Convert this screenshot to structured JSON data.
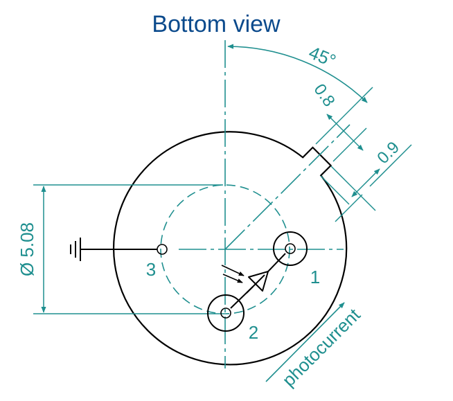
{
  "title": "Bottom view",
  "dimensions": {
    "angle": "45°",
    "tab_width": "0.8",
    "tab_depth": "0.9",
    "pin_circle": "Ø 5.08"
  },
  "pins": {
    "pin1": "1",
    "pin2": "2",
    "pin3": "3"
  },
  "annotation": "photocurrent",
  "colors": {
    "title": "#0b4a8c",
    "dimension_lines": "#1f8f8f",
    "outline": "#000000"
  },
  "icons": [
    "ground-icon",
    "photodiode-icon",
    "current-arrow-icon"
  ]
}
